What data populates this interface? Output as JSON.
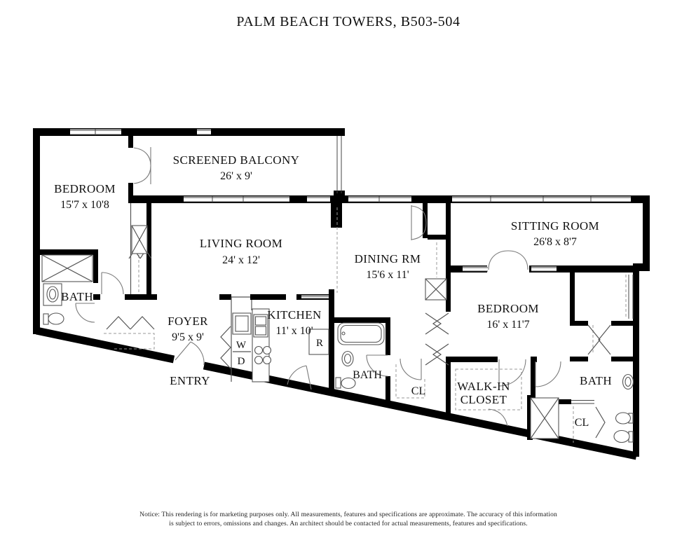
{
  "title": "PALM BEACH TOWERS, B503-504",
  "rooms": {
    "balcony": {
      "label": "SCREENED BALCONY",
      "dims": "26' x 9'"
    },
    "bedroom1": {
      "label": "BEDROOM",
      "dims": "15'7 x 10'8"
    },
    "living": {
      "label": "LIVING ROOM",
      "dims": "24' x 12'"
    },
    "dining": {
      "label": "DINING RM",
      "dims": "15'6 x 11'"
    },
    "sitting": {
      "label": "SITTING ROOM",
      "dims": "26'8 x 8'7"
    },
    "bedroom2": {
      "label": "BEDROOM",
      "dims": "16' x 11'7"
    },
    "bath1": {
      "label": "BATH"
    },
    "bath2": {
      "label": "BATH"
    },
    "bath3": {
      "label": "BATH"
    },
    "foyer": {
      "label": "FOYER",
      "dims": "9'5 x 9'"
    },
    "kitchen": {
      "label": "KITCHEN",
      "dims": "11' x 10'"
    },
    "entry": {
      "label": "ENTRY"
    },
    "cl_center": {
      "label": "CL"
    },
    "cl_right": {
      "label": "CL"
    },
    "walkin": {
      "label": "WALK-IN",
      "label2": "CLOSET"
    }
  },
  "appliances": {
    "washer": "W",
    "dryer": "D",
    "refrigerator": "R"
  },
  "notice": {
    "line1": "Notice: This rendering is for marketing purposes only. All measurements, features and specifications are approximate. The accuracy of this information",
    "line2": "is subject to errors, omissions and changes. An architect should be contacted for actual measurements, features and specifications."
  },
  "colors": {
    "wall": "#000000",
    "background": "#ffffff",
    "thin_line": "#555555",
    "text": "#111111"
  }
}
